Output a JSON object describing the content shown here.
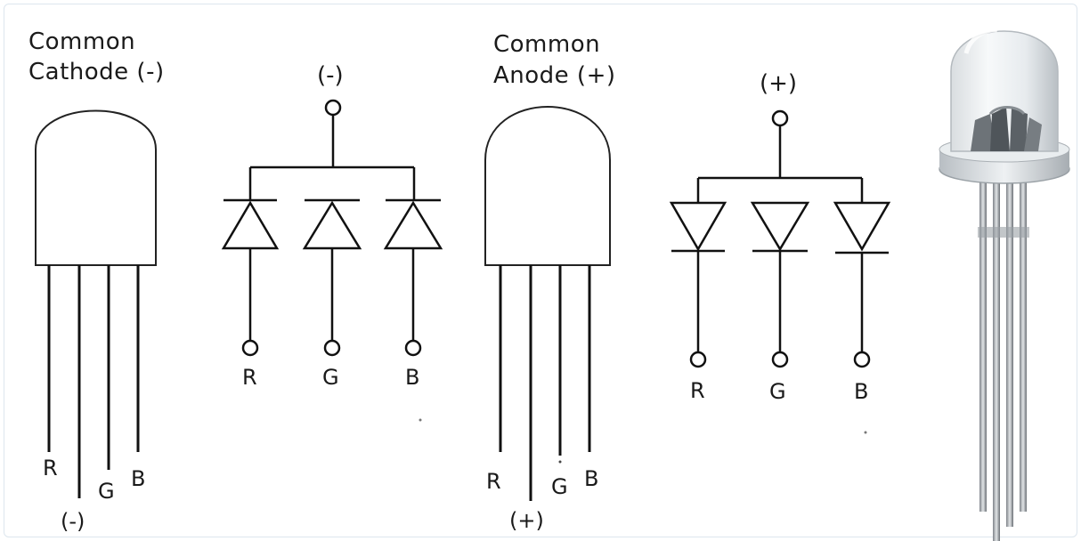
{
  "common_cathode": {
    "title_line1": "Common",
    "title_line2": "Cathode (-)",
    "pins": {
      "r": "R",
      "minus": "(-)",
      "g": "G",
      "b": "B"
    },
    "schematic": {
      "common": "(-)",
      "r": "R",
      "g": "G",
      "b": "B"
    }
  },
  "common_anode": {
    "title_line1": "Common",
    "title_line2": "Anode (+)",
    "pins": {
      "r": "R",
      "plus": "(+)",
      "g": "G",
      "b": "B"
    },
    "schematic": {
      "common": "(+)",
      "r": "R",
      "g": "G",
      "b": "B"
    }
  },
  "photo": {
    "subject": "rgb-led-photo"
  }
}
